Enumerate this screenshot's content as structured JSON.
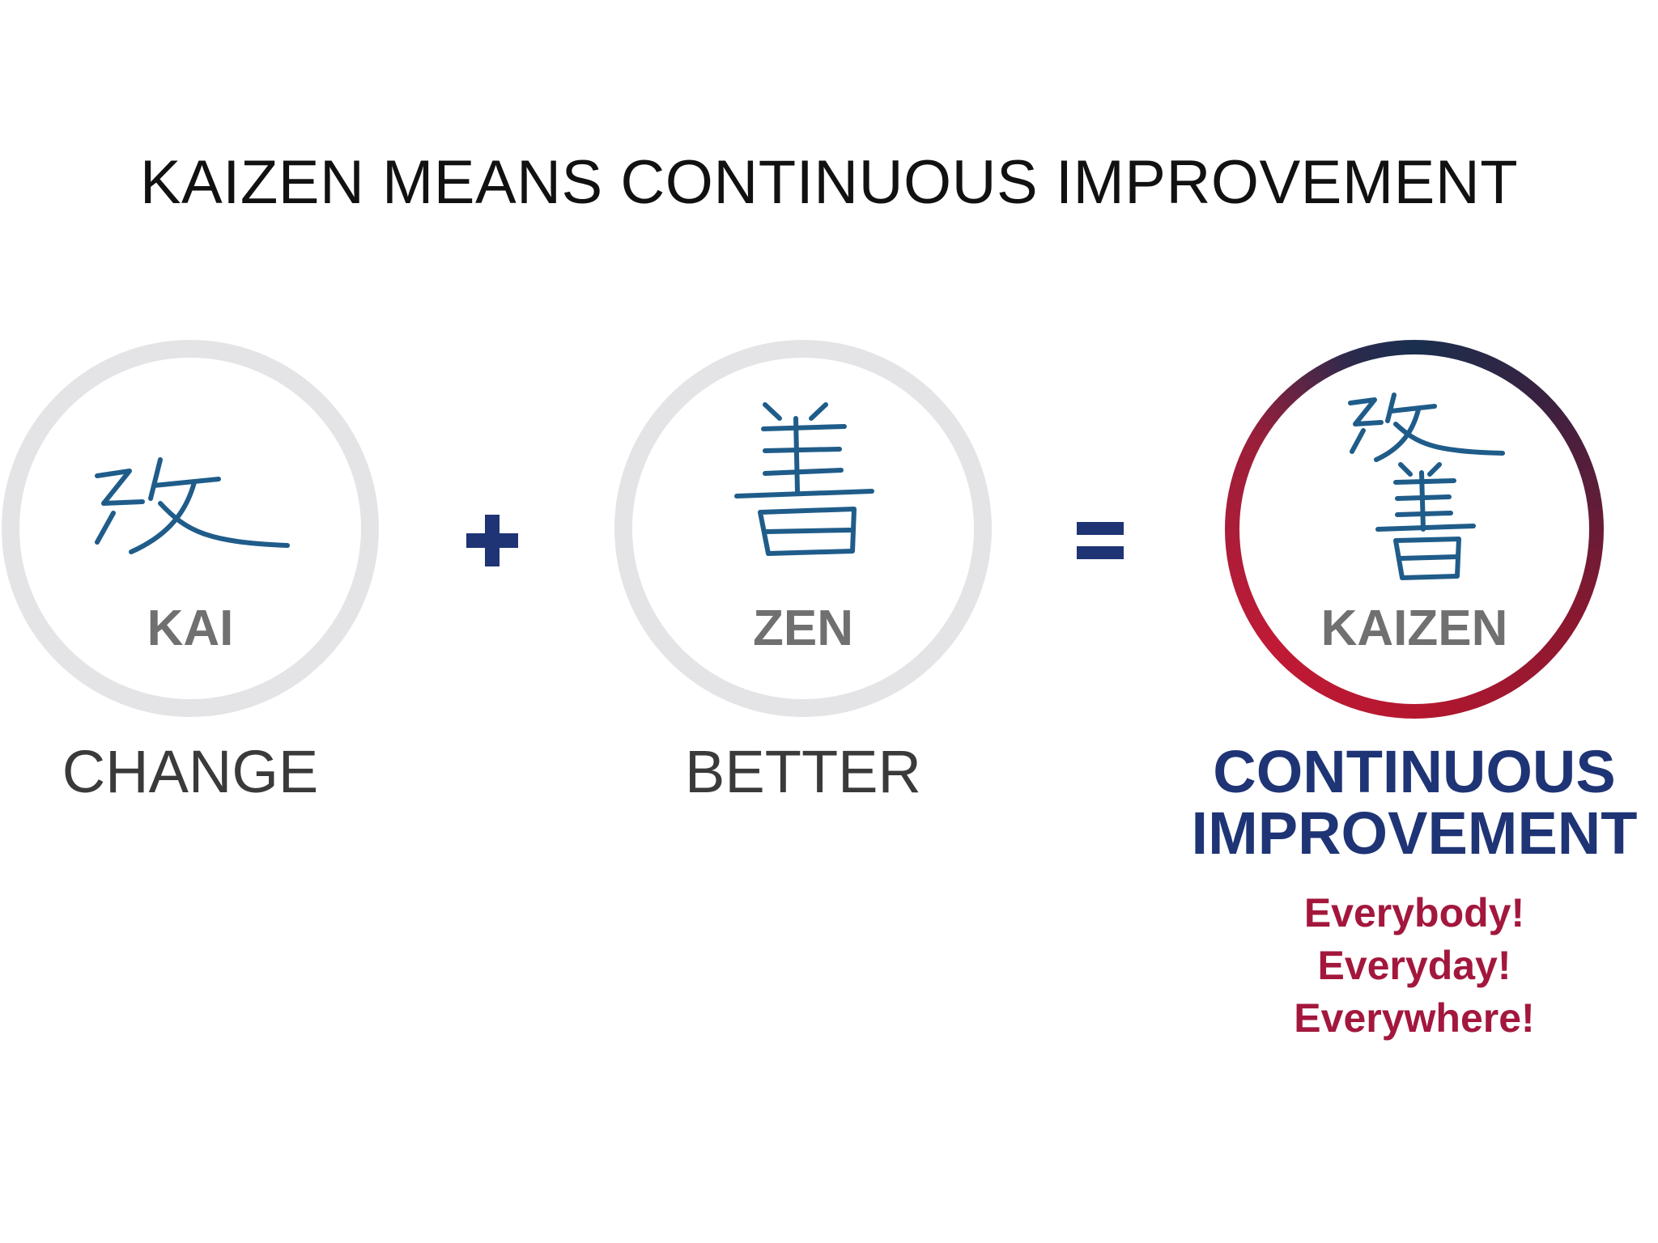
{
  "title": "KAIZEN MEANS CONTINUOUS IMPROVEMENT",
  "terms": [
    {
      "kanji": "改",
      "romaji": "KAI",
      "meaning": "CHANGE"
    },
    {
      "kanji": "善",
      "romaji": "ZEN",
      "meaning": "BETTER"
    }
  ],
  "result": {
    "kanji": "改善",
    "romaji": "KAIZEN",
    "meaning_line1": "CONTINUOUS",
    "meaning_line2": "IMPROVEMENT",
    "slogans": [
      "Everybody!",
      "Everyday!",
      "Everywhere!"
    ]
  },
  "operators": {
    "plus": "+",
    "equals": "="
  },
  "colors": {
    "title": "#111111",
    "kanji_stroke": "#1f5c8a",
    "romaji": "#707070",
    "meaning": "#3a3a3a",
    "operator": "#1e3475",
    "result_text": "#1e3475",
    "slogan": "#a3173d",
    "circle_ring": "#e4e4e6",
    "gradient_ring_start": "#1a2f4e",
    "gradient_ring_end": "#c01a36"
  }
}
